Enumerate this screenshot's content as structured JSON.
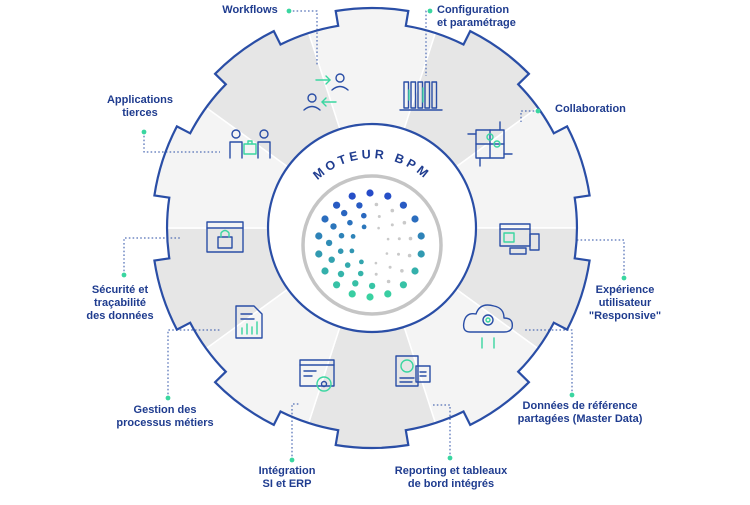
{
  "hub": {
    "title": "MOTEUR BPM"
  },
  "modules": [
    {
      "id": "workflows",
      "icon": "users-exchange-icon",
      "lines": [
        "Workflows"
      ]
    },
    {
      "id": "configuration",
      "icon": "tools-icon",
      "lines": [
        "Configuration",
        "et paramétrage"
      ]
    },
    {
      "id": "collaboration",
      "icon": "puzzle-hands-icon",
      "lines": [
        "Collaboration"
      ]
    },
    {
      "id": "ux",
      "icon": "responsive-devices-icon",
      "lines": [
        "Expérience",
        "utilisateur",
        "\"Responsive\""
      ]
    },
    {
      "id": "master-data",
      "icon": "cloud-settings-icon",
      "lines": [
        "Données de référence",
        "partagées (Master Data)"
      ]
    },
    {
      "id": "reporting",
      "icon": "dashboard-report-icon",
      "lines": [
        "Reporting et tableaux",
        "de bord intégrés"
      ]
    },
    {
      "id": "integration",
      "icon": "browser-gear-icon",
      "lines": [
        "Intégration",
        "SI et ERP"
      ]
    },
    {
      "id": "process",
      "icon": "document-chart-icon",
      "lines": [
        "Gestion des",
        "processus métiers"
      ]
    },
    {
      "id": "security",
      "icon": "browser-lock-icon",
      "lines": [
        "Sécurité et",
        "traçabilité",
        "des données"
      ]
    },
    {
      "id": "apps",
      "icon": "people-puzzle-icon",
      "lines": [
        "Applications",
        "tierces"
      ]
    }
  ],
  "colors": {
    "outline": "#2a4ea6",
    "label": "#1f3c8f",
    "connector": "#2a4ea6",
    "dot": "#3ad6a0",
    "segment_light": "#f4f4f4",
    "segment_dark": "#e6e6e6",
    "hub_ring": "#c5c5c5"
  }
}
